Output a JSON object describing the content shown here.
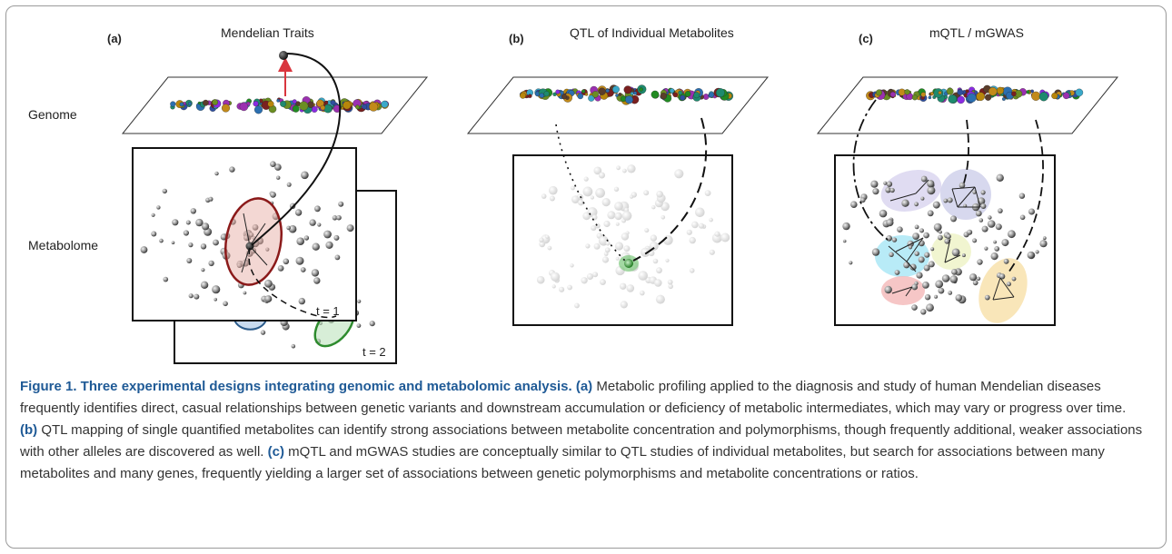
{
  "panels": {
    "a": {
      "letter": "(a)",
      "title": "Mendelian Traits"
    },
    "b": {
      "letter": "(b)",
      "title": "QTL of Individual Metabolites"
    },
    "c": {
      "letter": "(c)",
      "title": "mQTL / mGWAS"
    }
  },
  "side_labels": {
    "genome": "Genome",
    "metabolome": "Metabolome"
  },
  "time_labels": {
    "t1": "t = 1",
    "t2": "t = 2"
  },
  "colors": {
    "caption_heading": "#1f5a96",
    "red_ellipse": "#8b1a1a",
    "green_ellipse": "#2e8b2e",
    "blue_ellipse": "#2a5a8a",
    "arrow": "#d9363e"
  },
  "caption": {
    "heading": "Figure 1. Three experimental designs integrating genomic and metabolomic analysis.",
    "a_label": "(a)",
    "a_text": " Metabolic profiling applied to the diagnosis and study of human Mendelian diseases frequently identifies direct, casual relationships between genetic variants and downstream accumulation or deficiency of metabolic intermediates, which may vary or progress over time. ",
    "b_label": "(b)",
    "b_text": " QTL mapping of single quantified metabolites can identify strong associations between metabolite concentration and polymorphisms, though frequently additional, weaker associations with other alleles are discovered as well. ",
    "c_label": "(c)",
    "c_text": " mQTL and mGWAS studies are conceptually similar to QTL studies of individual metabolites, but search for associations between many metabolites and many genes, frequently yielding a larger set of associations between genetic polymorphisms and metabolite concentrations or ratios."
  }
}
